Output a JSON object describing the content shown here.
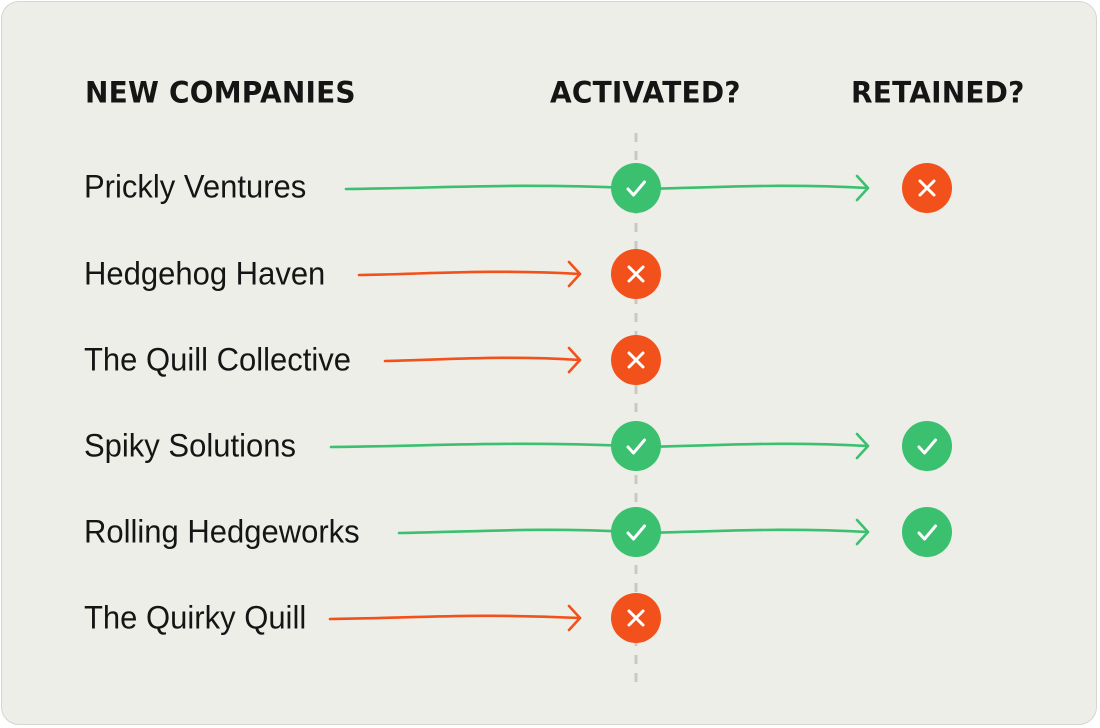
{
  "headers": {
    "companies": "NEW COMPANIES",
    "activated": "ACTIVATED?",
    "retained": "RETAINED?"
  },
  "colors": {
    "background": "#eeeee8",
    "success": "#3ac06e",
    "failure": "#f2511b",
    "text": "#151515",
    "divider": "#c9c9c2"
  },
  "rows": [
    {
      "name": "Prickly Ventures",
      "activated": true,
      "retained": false
    },
    {
      "name": "Hedgehog Haven",
      "activated": false,
      "retained": null
    },
    {
      "name": "The Quill Collective",
      "activated": false,
      "retained": null
    },
    {
      "name": "Spiky Solutions",
      "activated": true,
      "retained": true
    },
    {
      "name": "Rolling Hedgeworks",
      "activated": true,
      "retained": true
    },
    {
      "name": "The Quirky Quill",
      "activated": false,
      "retained": null
    }
  ]
}
